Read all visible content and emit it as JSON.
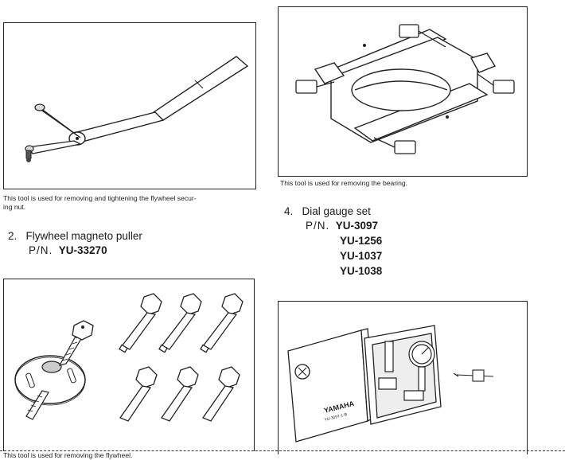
{
  "left": {
    "caption1": "This tool is used for removing and tightening the flywheel secur-",
    "caption1b": "ing nut.",
    "section2": {
      "number": "2.",
      "title": "Flywheel magneto puller",
      "pn_label": "P/N.",
      "pn_value": "YU-33270"
    },
    "caption2": "This tool is used for removing the flywheel."
  },
  "right": {
    "caption1": "This tool is used for removing the bearing.",
    "section4": {
      "number": "4.",
      "title": "Dial gauge set",
      "pn_label": "P/N.",
      "pn_values": [
        "YU-3097",
        "YU-1256",
        "YU-1037",
        "YU-1038"
      ]
    },
    "box_brand": "YAMAHA",
    "box_small_text": "YU-3097-1-B"
  },
  "icons": {
    "wrench": "flywheel-holder-wrench-icon",
    "separator": "bearing-separator-icon",
    "puller": "flywheel-puller-icon",
    "bolts": "puller-bolt-icon",
    "gauge": "dial-gauge-set-icon"
  }
}
